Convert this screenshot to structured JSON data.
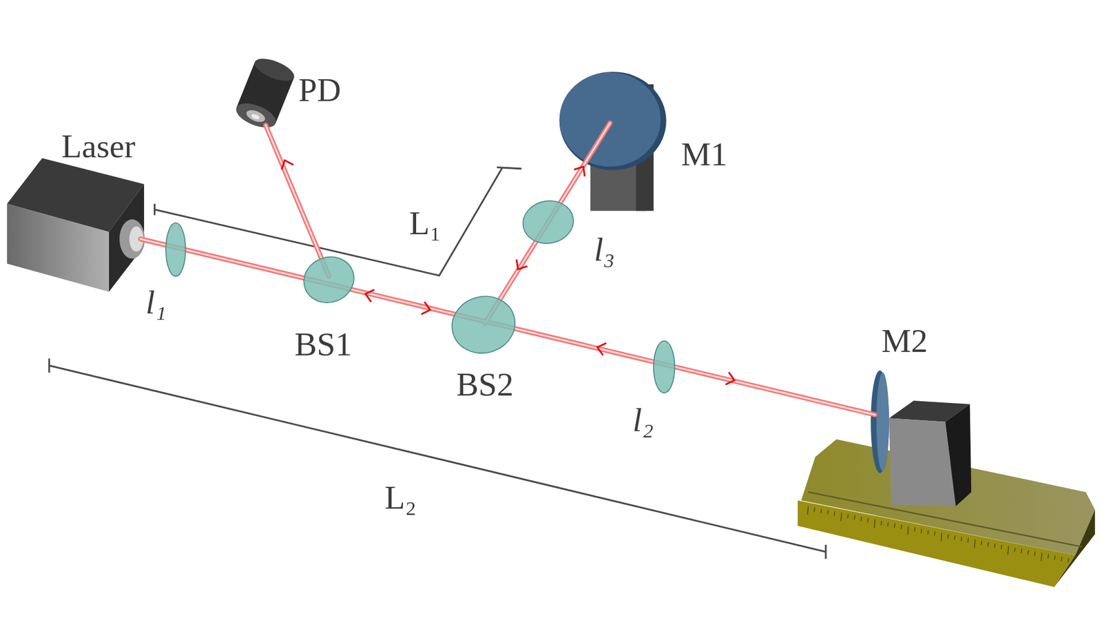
{
  "diagram": {
    "labels": [
      "PD",
      "Laser",
      "M1",
      "L₁",
      "l₃",
      "l₁",
      "BS1",
      "BS2",
      "l₂",
      "M2",
      "L₂"
    ]
  }
}
